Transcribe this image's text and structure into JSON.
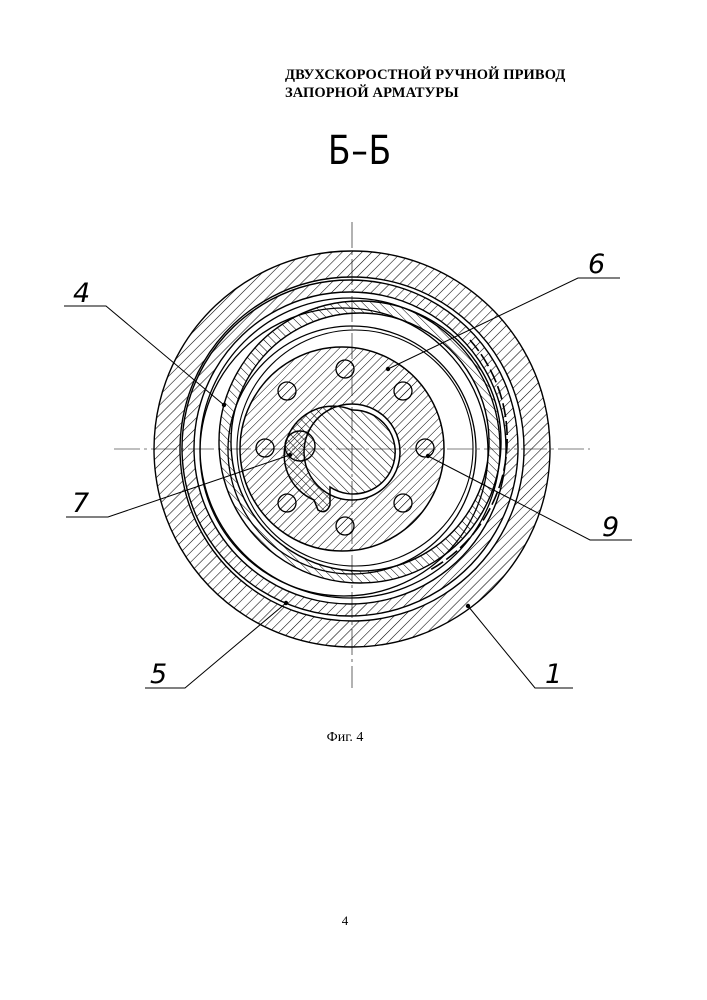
{
  "document": {
    "title_lines": [
      "ДВУХСКОРОСТНОЙ РУЧНОЙ ПРИВОД",
      "ЗАПОРНОЙ АРМАТУРЫ"
    ],
    "section_label": "Б–Б",
    "figure_caption": "Фиг. 4",
    "page_number": "4"
  },
  "callouts": {
    "c1": "1",
    "c4": "4",
    "c5": "5",
    "c6": "6",
    "c7": "7",
    "c9": "9"
  },
  "colors": {
    "ink": "#000000",
    "paper": "#ffffff"
  }
}
